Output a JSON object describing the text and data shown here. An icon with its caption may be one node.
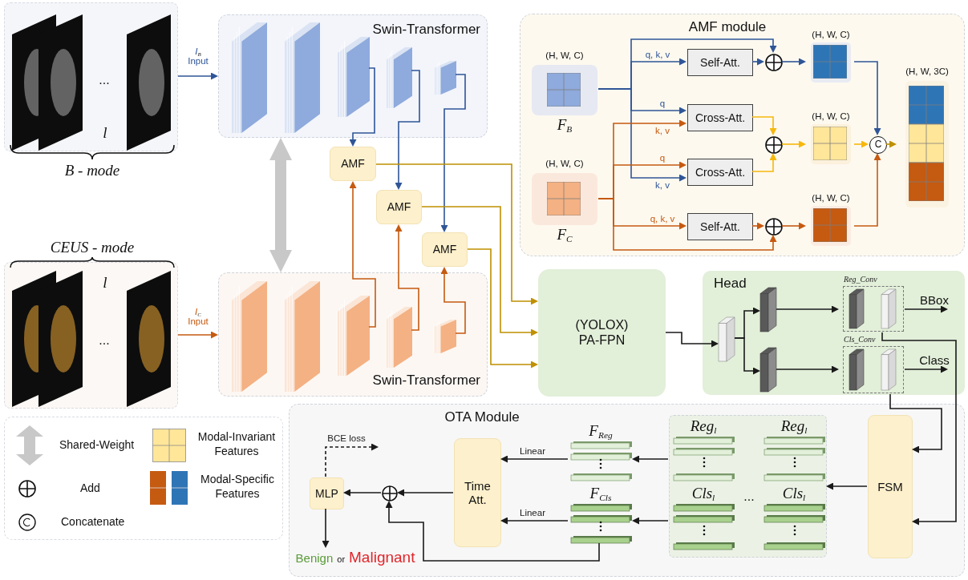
{
  "diagram": {
    "nodes": [
      {
        "text": [
          "...",
          "l",
          "B - mode"
        ]
      },
      {
        "text": [
          "Swin-Transformer"
        ]
      },
      {
        "text": [],
        "shape": "box",
        "in": 1
      },
      {
        "text": [],
        "shape": "box",
        "in": 1
      },
      {
        "text": [],
        "shape": "box",
        "in": 1
      },
      {
        "text": [],
        "shape": "box",
        "in": 1
      },
      {
        "text": [],
        "shape": "box",
        "in": 1
      },
      {
        "text": [
          "AMF"
        ]
      },
      {
        "text": [
          "AMF"
        ]
      },
      {
        "text": [
          "AMF"
        ]
      },
      {
        "text": [
          "AMF module"
        ]
      },
      {
        "text": [
          "(H, W, C)",
          "F$_{B}$"
        ],
        "in": 10
      },
      {
        "text": [
          "(H, W, C)",
          "F$_{C}$"
        ],
        "in": 10
      },
      {
        "text": [
          "Self-Att."
        ],
        "in": 10
      },
      {
        "text": [
          "Cross-Att."
        ],
        "in": 10
      },
      {
        "text": [
          "Cross-Att."
        ],
        "in": 10
      },
      {
        "text": [
          "Self-Att."
        ],
        "in": 10
      },
      {
        "text": [],
        "shape": "circle",
        "in": 10
      },
      {
        "text": [],
        "shape": "circle",
        "in": 10
      },
      {
        "text": [],
        "shape": "circle",
        "in": 10
      },
      {
        "text": [
          "(H, W, C)"
        ],
        "in": 10
      },
      {
        "text": [
          "(H, W, C)"
        ],
        "in": 10
      },
      {
        "text": [
          "(H, W, C)"
        ],
        "in": 10
      },
      {
        "text": [
          "C"
        ],
        "in": 10
      },
      {
        "text": [
          "(H, W, 3C)"
        ],
        "in": 10
      },
      {
        "text": [
          "CEUS - mode",
          "l",
          "..."
        ]
      },
      {
        "text": [
          "Swin-Transformer"
        ]
      },
      {
        "text": [],
        "shape": "box",
        "in": 26
      },
      {
        "text": [],
        "shape": "box",
        "in": 26
      },
      {
        "text": [],
        "shape": "box",
        "in": 26
      },
      {
        "text": [],
        "shape": "box",
        "in": 26
      },
      {
        "text": [],
        "shape": "box",
        "in": 26
      },
      {
        "text": [
          "(YOLOX) PA-FPN"
        ]
      },
      {
        "text": [
          "Head"
        ]
      },
      {
        "text": [],
        "shape": "box",
        "in": 33
      },
      {
        "text": [],
        "shape": "box",
        "in": 33
      },
      {
        "text": [],
        "shape": "box",
        "in": 33
      },
      {
        "text": [
          "Reg_Conv"
        ],
        "in": 33
      },
      {
        "text": [
          "Cls_Conv"
        ],
        "in": 33
      },
      {
        "text": [
          "BBox"
        ],
        "in": 33
      },
      {
        "text": [
          "Class"
        ],
        "in": 33
      },
      {
        "text": [
          "OTA Module"
        ]
      },
      {
        "text": [
          "MLP"
        ],
        "in": 41
      },
      {
        "text": [],
        "shape": "circle",
        "in": 41
      },
      {
        "text": [
          "Time Att."
        ],
        "in": 41
      },
      {
        "text": [
          "F$_{Reg}$"
        ],
        "in": 41
      },
      {
        "text": [
          "F$_{Cls}$"
        ],
        "in": 41
      },
      {
        "text": [
          "Reg$_{l}$",
          "Reg$_{l}$",
          "Cls$_{l}$",
          "...",
          "Cls$_{l}$"
        ],
        "in": 41
      },
      {
        "text": [
          "FSM"
        ],
        "in": 41
      },
      {
        "text": [
          "Benign",
          "or",
          "Malignant"
        ],
        "in": 41
      }
    ],
    "edges": [
      {
        "from": 0,
        "to": 1,
        "arrow": "to",
        "label": "*I*$_{B}$ Input",
        "color": "#2f5597"
      },
      {
        "from": 25,
        "to": 26,
        "arrow": "to",
        "label": "*I*$_{C}$ Input",
        "color": "#c55a11"
      },
      {
        "from": 1,
        "to": 26,
        "arrow": "both",
        "style": "thick",
        "color": "#c8c8c8"
      },
      {
        "from": 4,
        "to": 7,
        "arrow": "to",
        "color": "#2f5597"
      },
      {
        "from": 5,
        "to": 8,
        "arrow": "to",
        "color": "#2f5597"
      },
      {
        "from": 6,
        "to": 9,
        "arrow": "to",
        "color": "#2f5597"
      },
      {
        "from": 29,
        "to": 7,
        "arrow": "to",
        "color": "#c55a11"
      },
      {
        "from": 30,
        "to": 8,
        "arrow": "to",
        "color": "#c55a11"
      },
      {
        "from": 31,
        "to": 9,
        "arrow": "to",
        "color": "#c55a11"
      },
      {
        "from": 7,
        "to": 32,
        "arrow": "to",
        "color": "#bf9000"
      },
      {
        "from": 8,
        "to": 32,
        "arrow": "to",
        "color": "#bf9000"
      },
      {
        "from": 9,
        "to": 32,
        "arrow": "to",
        "color": "#bf9000"
      },
      {
        "from": 11,
        "to": 13,
        "arrow": "to",
        "label": "q, k, v",
        "color": "#2f5597"
      },
      {
        "from": 11,
        "to": 17,
        "arrow": "to",
        "color": "#2f5597"
      },
      {
        "from": 11,
        "to": 14,
        "arrow": "to",
        "label": "q",
        "color": "#2f5597"
      },
      {
        "from": 11,
        "to": 15,
        "arrow": "to",
        "label": "k, v",
        "color": "#2f5597"
      },
      {
        "from": 12,
        "to": 14,
        "arrow": "to",
        "label": "k, v",
        "color": "#c55a11"
      },
      {
        "from": 12,
        "to": 15,
        "arrow": "to",
        "label": "q",
        "color": "#c55a11"
      },
      {
        "from": 12,
        "to": 16,
        "arrow": "to",
        "label": "q, k, v",
        "color": "#c55a11"
      },
      {
        "from": 12,
        "to": 19,
        "arrow": "to",
        "color": "#c55a11"
      },
      {
        "from": 13,
        "to": 17,
        "arrow": "to",
        "color": "#2f5597"
      },
      {
        "from": 17,
        "to": 20,
        "arrow": "to",
        "color": "#2f5597"
      },
      {
        "from": 14,
        "to": 18,
        "arrow": "to",
        "color": "#f6b80c"
      },
      {
        "from": 15,
        "to": 18,
        "arrow": "to",
        "color": "#f6b80c"
      },
      {
        "from": 18,
        "to": 21,
        "arrow": "to",
        "color": "#f6b80c"
      },
      {
        "from": 16,
        "to": 19,
        "arrow": "to",
        "color": "#c55a11"
      },
      {
        "from": 19,
        "to": 22,
        "arrow": "to",
        "color": "#c55a11"
      },
      {
        "from": 20,
        "to": 23,
        "arrow": "to",
        "color": "#2f5597"
      },
      {
        "from": 21,
        "to": 23,
        "arrow": "to",
        "color": "#f6b80c"
      },
      {
        "from": 22,
        "to": 23,
        "arrow": "to",
        "color": "#c55a11"
      },
      {
        "from": 23,
        "to": 24,
        "arrow": "to",
        "color": "#bf9000"
      },
      {
        "from": 32,
        "to": 34,
        "arrow": "to"
      },
      {
        "from": 34,
        "to": 35,
        "arrow": "to"
      },
      {
        "from": 34,
        "to": 36,
        "arrow": "to"
      },
      {
        "from": 35,
        "to": 37,
        "arrow": "to"
      },
      {
        "from": 36,
        "to": 38,
        "arrow": "to"
      },
      {
        "from": 37,
        "to": 39,
        "arrow": "to"
      },
      {
        "from": 38,
        "to": 40,
        "arrow": "to"
      },
      {
        "from": 37,
        "to": 48,
        "arrow": "to"
      },
      {
        "from": 38,
        "to": 48,
        "arrow": "to"
      },
      {
        "from": 48,
        "to": 47,
        "arrow": "to"
      },
      {
        "from": 47,
        "to": 45,
        "arrow": "to"
      },
      {
        "from": 47,
        "to": 46,
        "arrow": "to"
      },
      {
        "from": 45,
        "to": 44,
        "arrow": "to",
        "label": "Linear"
      },
      {
        "from": 46,
        "to": 44,
        "arrow": "to",
        "label": "Linear"
      },
      {
        "from": 44,
        "to": 43,
        "arrow": "to"
      },
      {
        "from": 46,
        "to": 43,
        "arrow": "to"
      },
      {
        "from": 43,
        "to": 42,
        "arrow": "to"
      },
      {
        "from": 42,
        "to": 49,
        "arrow": "to"
      },
      {
        "from": 42,
        "to": null,
        "arrow": "to",
        "label": "BCE loss",
        "style": "dashed"
      }
    ],
    "legend": [
      {
        "text": "Shared-Weight"
      },
      {
        "text": "Modal-Invariant Features",
        "color": "#ffe699"
      },
      {
        "text": "Add"
      },
      {
        "text": "Modal-Specific Features"
      },
      {
        "text": "Concatenate"
      }
    ]
  }
}
